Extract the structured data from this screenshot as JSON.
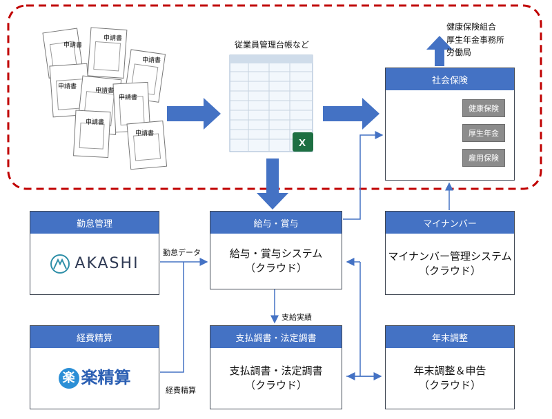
{
  "top_notes": {
    "lines": [
      "健康保険組合",
      "厚生年金事務所",
      "労働局"
    ]
  },
  "ledger": {
    "title": "従業員管理台帳など"
  },
  "forms": {
    "label": "申請書"
  },
  "social_insurance": {
    "header": "社会保険",
    "items": [
      "健康保険",
      "厚生年金",
      "雇用保険"
    ]
  },
  "attendance": {
    "header": "勤怠管理",
    "logo_text": "AKASHI"
  },
  "payroll": {
    "header": "給与・賞与",
    "line1": "給与・賞与システム",
    "line2": "（クラウド）"
  },
  "mynumber": {
    "header": "マイナンバー",
    "line1": "マイナンバー管理システム",
    "line2": "（クラウド）"
  },
  "expense": {
    "header": "経費精算",
    "logo_badge": "楽",
    "logo_text": "楽精算"
  },
  "payment": {
    "header": "支払調書・法定調書",
    "line1": "支払調書・法定調書",
    "line2": "（クラウド）"
  },
  "yearend": {
    "header": "年末調整",
    "line1": "年末調整＆申告",
    "line2": "（クラウド）"
  },
  "labels": {
    "attendance_data": "勤怠データ",
    "payment_record": "支給実績",
    "expense_settle": "経費精算"
  },
  "colors": {
    "accent": "#4472c4",
    "dashed": "#c00000",
    "insurance_item": "#8c8c8c"
  }
}
